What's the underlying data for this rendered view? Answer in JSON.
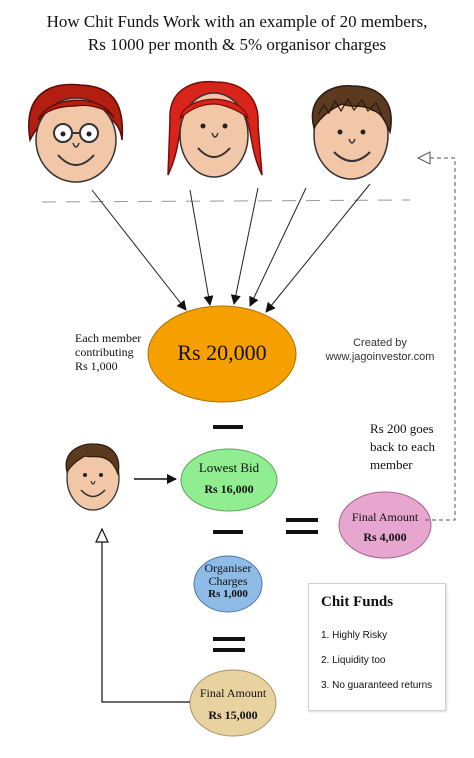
{
  "title": {
    "line1": "How Chit Funds Work with an example of 20 members,",
    "line2": "Rs 1000 per month & 5% organisor charges"
  },
  "members_note": {
    "line1": "Each member",
    "line2": "contributing",
    "line3": "Rs 1,000"
  },
  "pool": {
    "label": "Rs 20,000",
    "color": "#f5a000"
  },
  "credit": {
    "line1": "Created by",
    "line2": "www.jagoinvestor.com"
  },
  "lowest_bid": {
    "label": "Lowest Bid",
    "value": "Rs 16,000",
    "color": "#90ee90"
  },
  "organiser": {
    "line1": "Organiser",
    "line2": "Charges",
    "value": "Rs 1,000",
    "color": "#8fbce6"
  },
  "final_amount_right": {
    "label": "Final Amount",
    "value": "Rs 4,000",
    "color": "#e7a6cf"
  },
  "final_amount_bottom": {
    "label": "Final Amount",
    "value": "Rs 15,000",
    "color": "#e8d3a0"
  },
  "back_note": {
    "line1": "Rs 200 goes",
    "line2": "back to each",
    "line3": "member"
  },
  "legend": {
    "title": "Chit Funds",
    "items": [
      "1. Highly Risky",
      "2. Liquidity too",
      "3. No guaranteed returns"
    ]
  },
  "icons": [
    "face-red-curly-glasses",
    "face-red-hair-woman",
    "face-brown-hair-man",
    "face-brown-hair-winner"
  ]
}
